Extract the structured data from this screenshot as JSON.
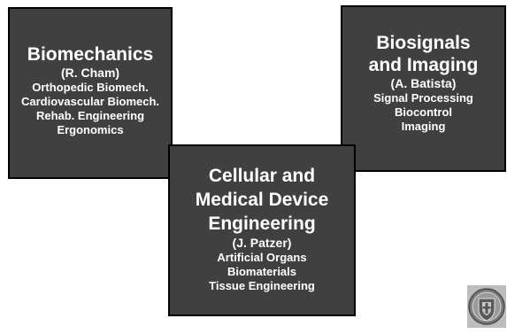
{
  "boxes": {
    "biomechanics": {
      "title": "Biomechanics",
      "lead": "(R. Cham)",
      "items": [
        "Orthopedic Biomech.",
        "Cardiovascular Biomech.",
        "Rehab. Engineering",
        "Ergonomics"
      ]
    },
    "biosignals": {
      "title_line1": "Biosignals",
      "title_line2": "and Imaging",
      "lead": "(A. Batista)",
      "items": [
        "Signal Processing",
        "Biocontrol",
        "Imaging"
      ]
    },
    "cellular": {
      "title_line1": "Cellular and",
      "title_line2": "Medical Device",
      "title_line3": "Engineering",
      "lead": "(J. Patzer)",
      "items": [
        "Artificial Organs",
        "Biomaterials",
        "Tissue Engineering"
      ]
    }
  },
  "colors": {
    "box_fill": "#404040",
    "box_border": "#000000",
    "text": "#ffffff",
    "background": "#ffffff"
  },
  "icons": {
    "seal": "university-seal-icon"
  }
}
